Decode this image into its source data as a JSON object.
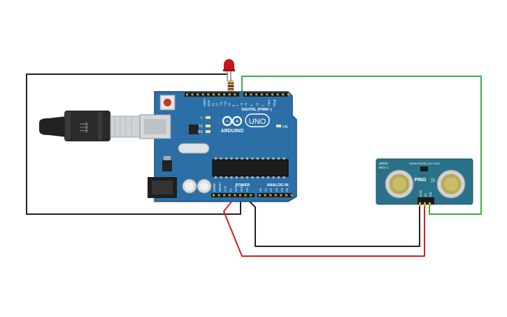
{
  "arduino": {
    "brand": "ARDUINO",
    "model": "UNO",
    "digital_header": "DIGITAL (PWM~)",
    "power_header": "POWER",
    "analog_header": "ANALOG IN",
    "on_label": "ON",
    "tx_label": "TX",
    "rx_label": "RX",
    "l_label": "L",
    "digital_pins": [
      "AREF",
      "GND",
      "13",
      "12",
      "~11",
      "~10",
      "~9",
      "8",
      "7",
      "~6",
      "~5",
      "4",
      "~3",
      "2",
      "TX▸1",
      "RX◂0"
    ],
    "power_pins": [
      "IOREF",
      "RESET",
      "3.3V",
      "5V",
      "GND",
      "GND",
      "Vin"
    ],
    "analog_pins": [
      "A0",
      "A1",
      "A2",
      "A3",
      "A4",
      "A5"
    ]
  },
  "sensor": {
    "part_number": "28015",
    "revision": "REV C",
    "website": "WWW.PARALLAX.COM",
    "name": "PING",
    "pins": [
      "GND",
      "5V",
      "SIG"
    ]
  },
  "colors": {
    "board": "#2c6fa6",
    "board_dark": "#1f5482",
    "sensor": "#2a7289",
    "wire_black": "#222222",
    "wire_red": "#d62020",
    "wire_green": "#3fae49",
    "led": "#c8141c"
  }
}
